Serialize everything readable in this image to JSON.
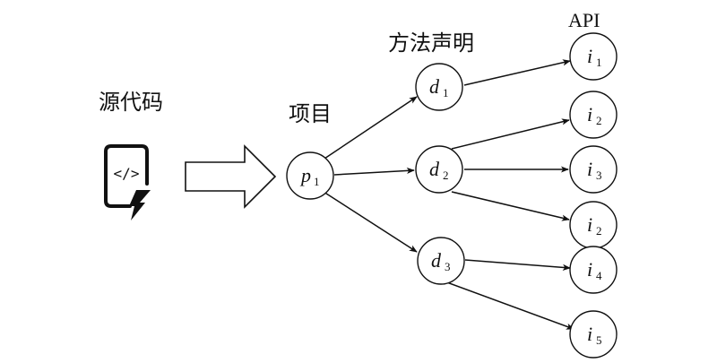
{
  "labels": {
    "source_code": "源代码",
    "project": "项目",
    "method_decl": "方法声明",
    "api": "API"
  },
  "icon": {
    "name": "source-code-file-icon",
    "glyph": "</>"
  },
  "nodes": {
    "p1": {
      "main": "p",
      "sub": "1"
    },
    "d1": {
      "main": "d",
      "sub": "1"
    },
    "d2": {
      "main": "d",
      "sub": "2"
    },
    "d3": {
      "main": "d",
      "sub": "3"
    },
    "i1": {
      "main": "i",
      "sub": "1"
    },
    "i2a": {
      "main": "i",
      "sub": "2"
    },
    "i3": {
      "main": "i",
      "sub": "3"
    },
    "i2b": {
      "main": "i",
      "sub": "2"
    },
    "i4": {
      "main": "i",
      "sub": "4"
    },
    "i5": {
      "main": "i",
      "sub": "5"
    }
  }
}
